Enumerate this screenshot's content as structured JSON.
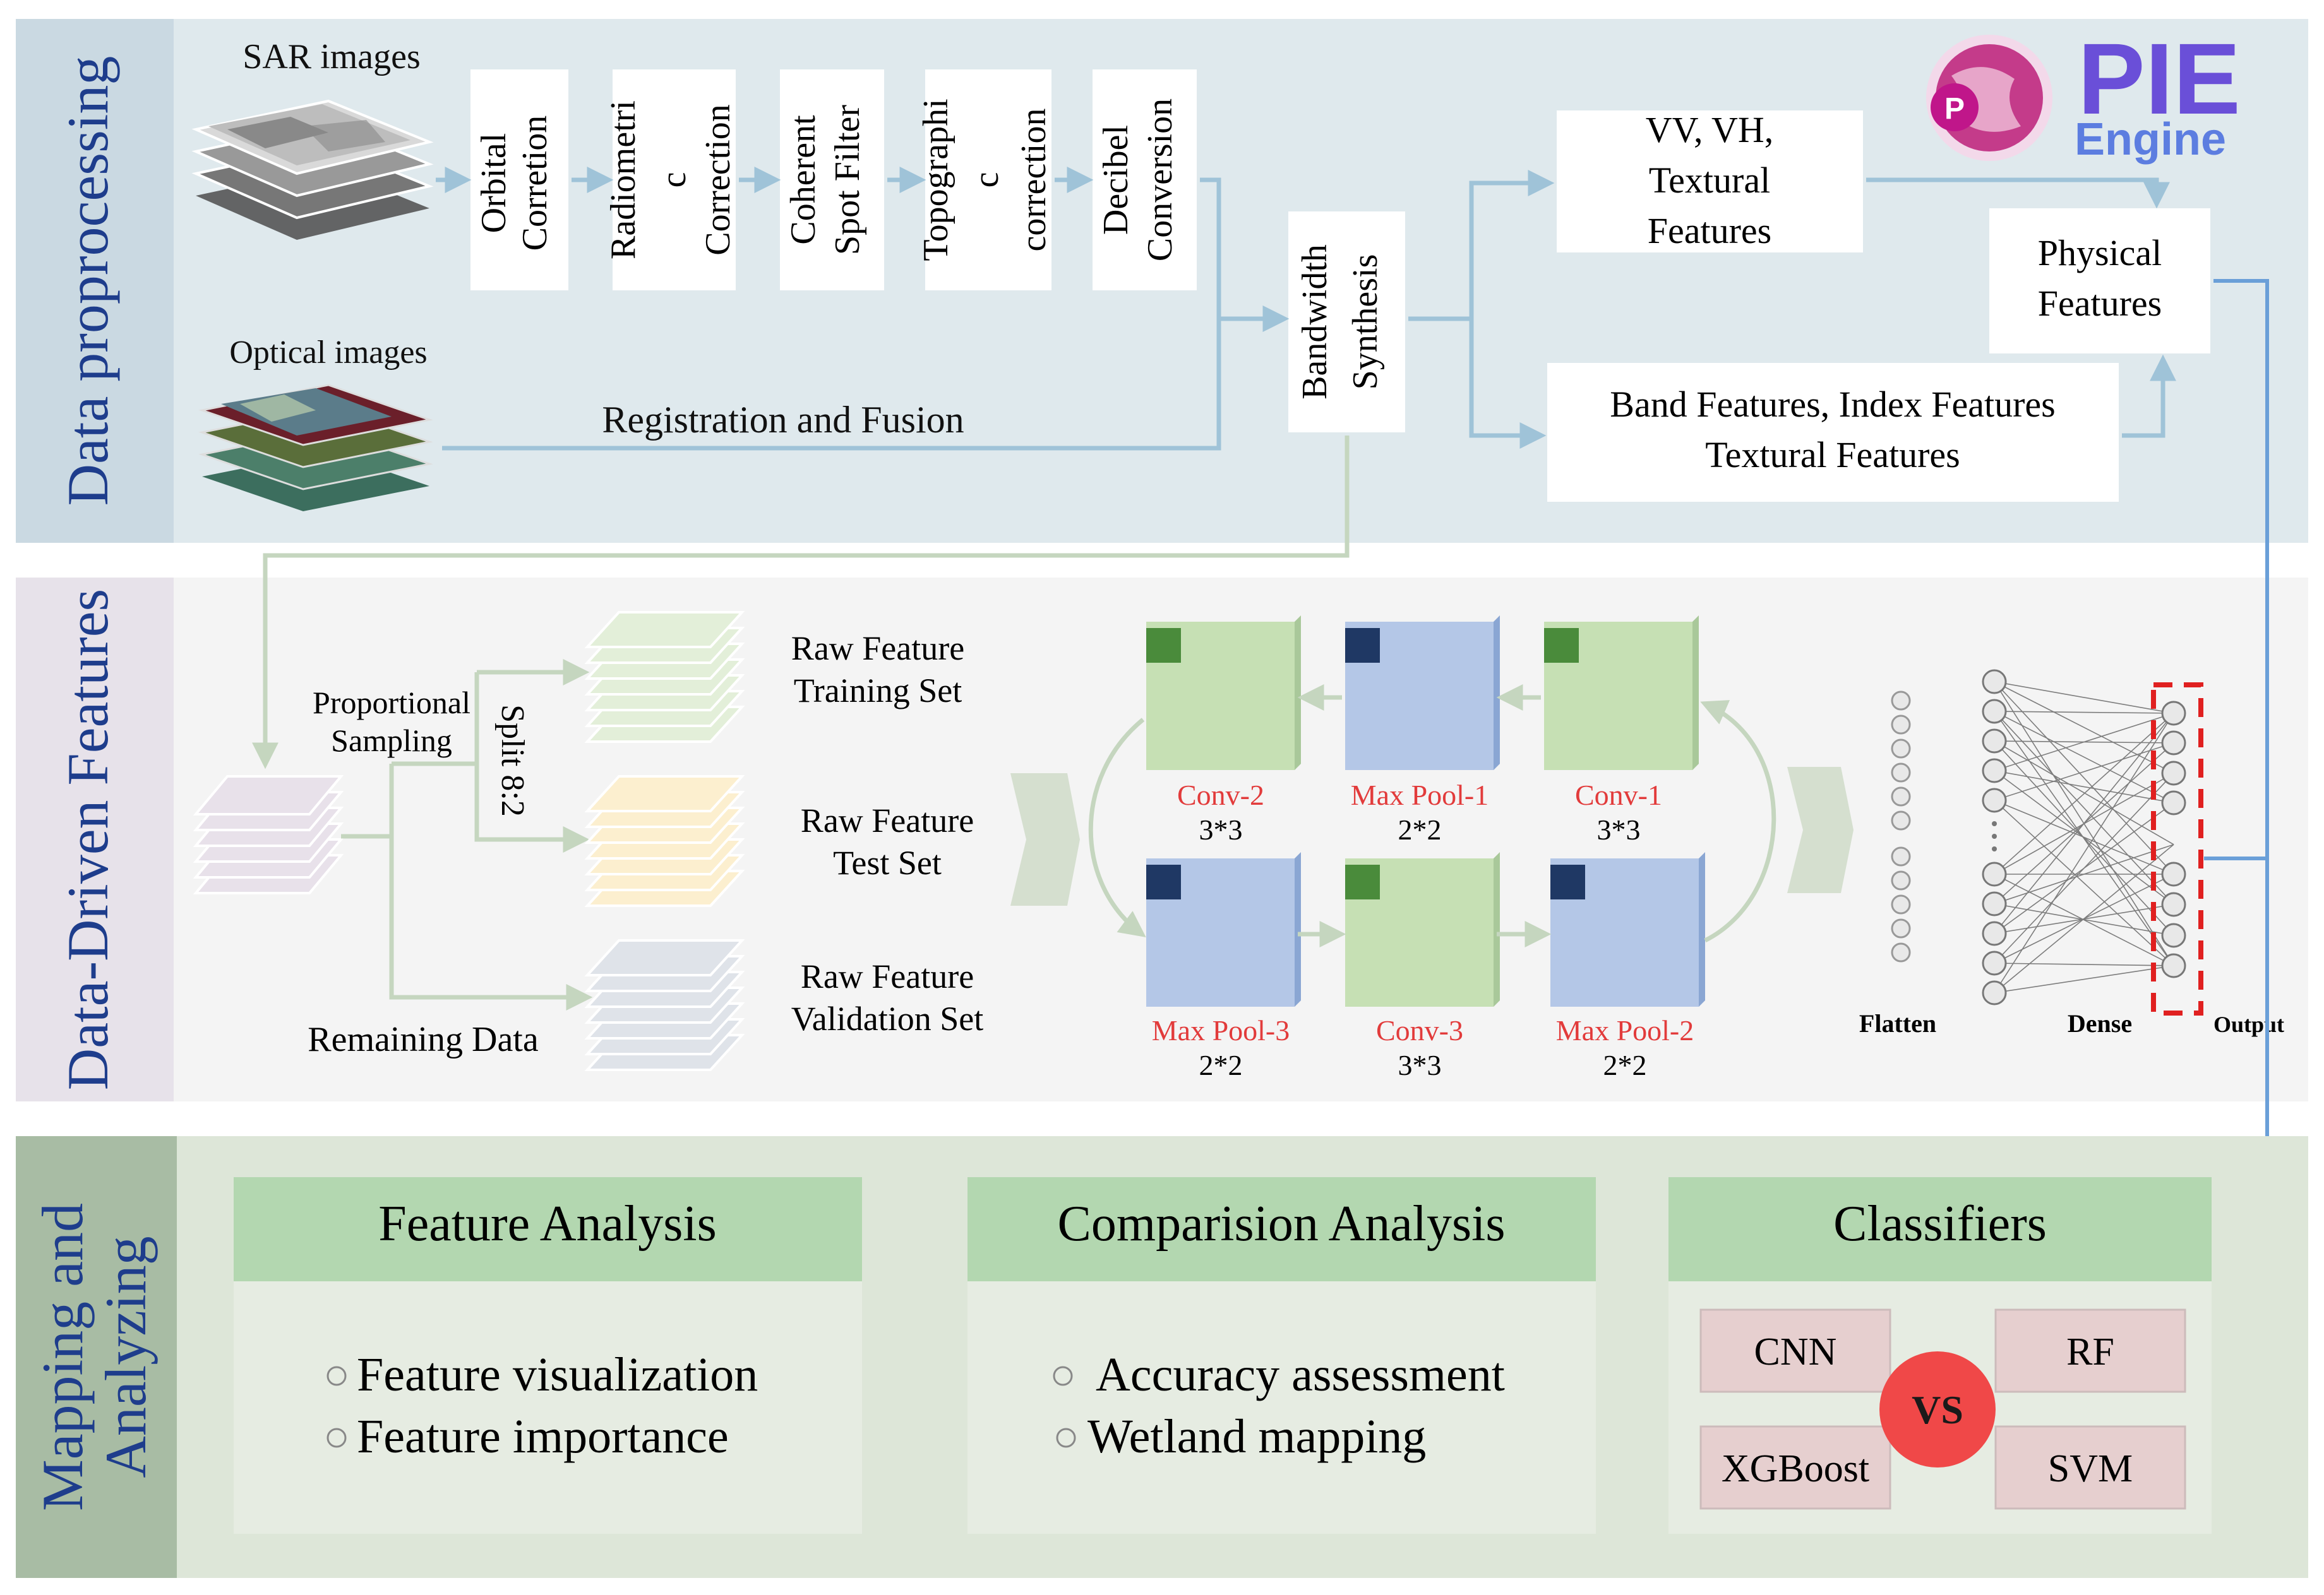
{
  "sections": {
    "data": "Data proprocessing",
    "features": "Data-Driven Features",
    "mapping": "Mapping and Analyzing"
  },
  "inputs": {
    "sar": "SAR images",
    "optical": "Optical images",
    "registration": "Registration and Fusion"
  },
  "steps": {
    "orbital": "Orbital Corretion",
    "radiometric": "Radiometri c Correction",
    "speckle": "Coherent Spot Filter",
    "topographic": "Topographi c correction",
    "decibel": "Decibel Conversion",
    "bandwidth": "Bandwidth Synthesis"
  },
  "outputs": {
    "sar_features": "VV, VH, Textural Features",
    "optical_features": "Band Features, Index Features Textural Features",
    "physical": "Physical Features"
  },
  "logo": {
    "text": "PIE",
    "sub": "Engine"
  },
  "sampling": {
    "proportional": "Proportional Sampling",
    "split": "Split 8:2",
    "remaining": "Remaining Data"
  },
  "sets": {
    "train": "Raw Feature Training Set",
    "test": "Raw Feature Test Set",
    "val": "Raw Feature Validation Set"
  },
  "cnn": {
    "conv2": "Conv-2",
    "conv2_k": "3*3",
    "pool1": "Max Pool-1",
    "pool1_k": "2*2",
    "conv1": "Conv-1",
    "conv1_k": "3*3",
    "pool3": "Max Pool-3",
    "pool3_k": "2*2",
    "conv3": "Conv-3",
    "conv3_k": "3*3",
    "pool2": "Max Pool-2",
    "pool2_k": "2*2",
    "flatten": "Flatten",
    "dense": "Dense",
    "output": "Output"
  },
  "analysis": {
    "feature_title": "Feature Analysis",
    "feature_items": [
      "Feature visualization",
      "Feature importance"
    ],
    "comparison_title": "Comparision Analysis",
    "comparison_items": [
      "Accuracy assessment",
      "Wetland mapping"
    ],
    "classifiers_title": "Classifiers",
    "cnn": "CNN",
    "rf": "RF",
    "xgb": "XGBoost",
    "svm": "SVM",
    "vs": "VS"
  },
  "colors": {
    "band1": "#dfe9ed",
    "band1_label": "#cad9e2",
    "band2": "#f4f4f4",
    "band2_label": "#e7e2ea",
    "band3": "#dde6d8",
    "band3_label": "#a8bca4",
    "title_blue": "#1e3d8c",
    "title_green": "#2c4a7a",
    "green_card": "#b3d7b0",
    "card_body": "#e6ece2",
    "conv_green": "#c6e0b4",
    "pool_blue": "#b4c7e7",
    "red": "#e23b3b",
    "arrow_blue": "#6a9fd8"
  }
}
